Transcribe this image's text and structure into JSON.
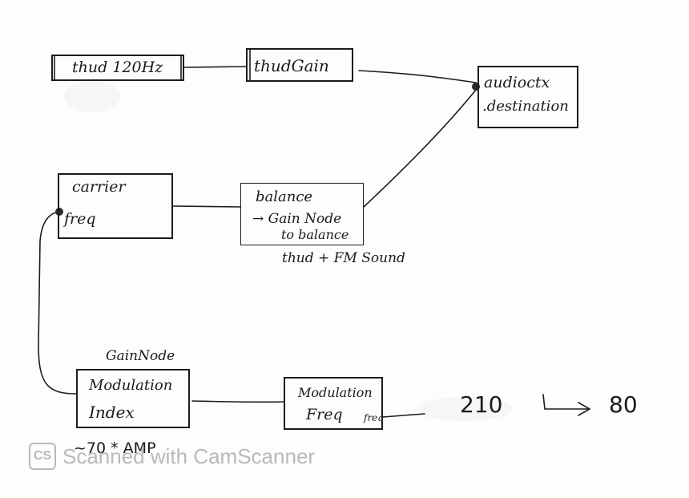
{
  "nodes": {
    "thud": "thud 120Hz",
    "thud_gain": "thudGain",
    "audio_ctx_line1": "audioctx",
    "audio_ctx_line2": ".destination",
    "carrier_line1": "carrier",
    "carrier_line2": "freq",
    "balance_line1": "balance",
    "balance_line2": "→ Gain Node",
    "balance_line3": "to balance",
    "gain_node_label": "GainNode",
    "mod_index_line1": "Modulation",
    "mod_index_line2": "Index",
    "mod_freq_line1": "Modulation",
    "mod_freq_line2": "Freq",
    "mod_freq_port": "freq"
  },
  "annotations": {
    "thud_fm": "thud + FM Sound",
    "amp": "~70 * AMP",
    "range_start": "210",
    "range_end": "80"
  },
  "watermark": {
    "logo": "CS",
    "text": "Scanned with CamScanner"
  }
}
